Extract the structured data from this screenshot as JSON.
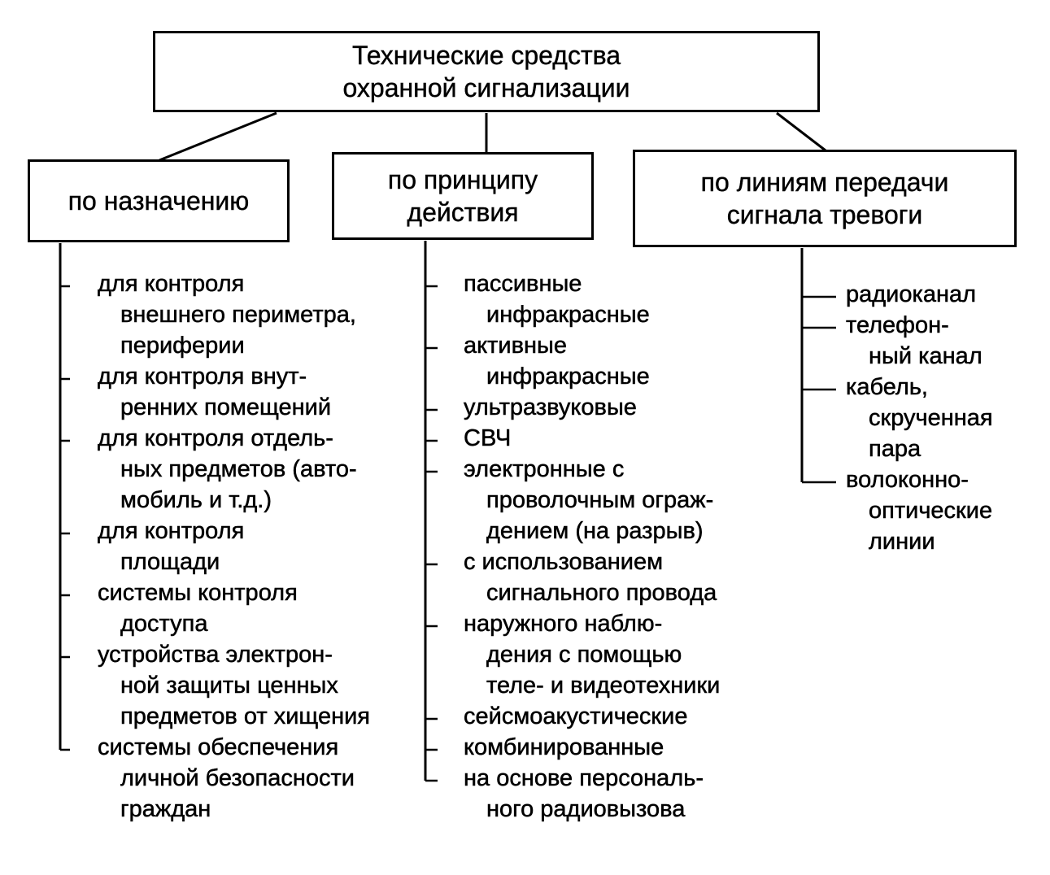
{
  "root": {
    "lines": [
      "Технические средства",
      "охранной сигнализации"
    ]
  },
  "categories": [
    {
      "lines": [
        "по назначению"
      ],
      "items": [
        [
          "для контроля",
          "внешнего периметра,",
          "периферии"
        ],
        [
          "для контроля внут-",
          "ренних помещений"
        ],
        [
          "для контроля отдель-",
          "ных предметов (авто-",
          "мобиль и т.д.)"
        ],
        [
          "для контроля",
          "площади"
        ],
        [
          "системы контроля",
          "доступа"
        ],
        [
          "устройства электрон-",
          "ной защиты ценных",
          "предметов от хищения"
        ],
        [
          "системы обеспечения",
          "личной  безопасности",
          "граждан"
        ]
      ]
    },
    {
      "lines": [
        "по принципу",
        "действия"
      ],
      "items": [
        [
          "пассивные",
          "инфракрасные"
        ],
        [
          "активные",
          "инфракрасные"
        ],
        [
          "ультразвуковые"
        ],
        [
          "СВЧ"
        ],
        [
          "электронные с",
          "проволочным ограж-",
          "дением (на разрыв)"
        ],
        [
          "с использованием",
          "сигнального провода"
        ],
        [
          "наружного наблю-",
          "дения с помощью",
          "теле- и видеотехники"
        ],
        [
          "сейсмоакустические"
        ],
        [
          "комбинированные"
        ],
        [
          "на основе персональ-",
          "ного радиовызова"
        ]
      ]
    },
    {
      "lines": [
        "по линиям передачи",
        "сигнала тревоги"
      ],
      "items": [
        [
          "радиоканал"
        ],
        [
          "телефон-",
          "ный канал"
        ],
        [
          "кабель,",
          "скрученная",
          "пара"
        ],
        [
          "волоконно-",
          "оптические",
          "линии"
        ]
      ]
    }
  ]
}
